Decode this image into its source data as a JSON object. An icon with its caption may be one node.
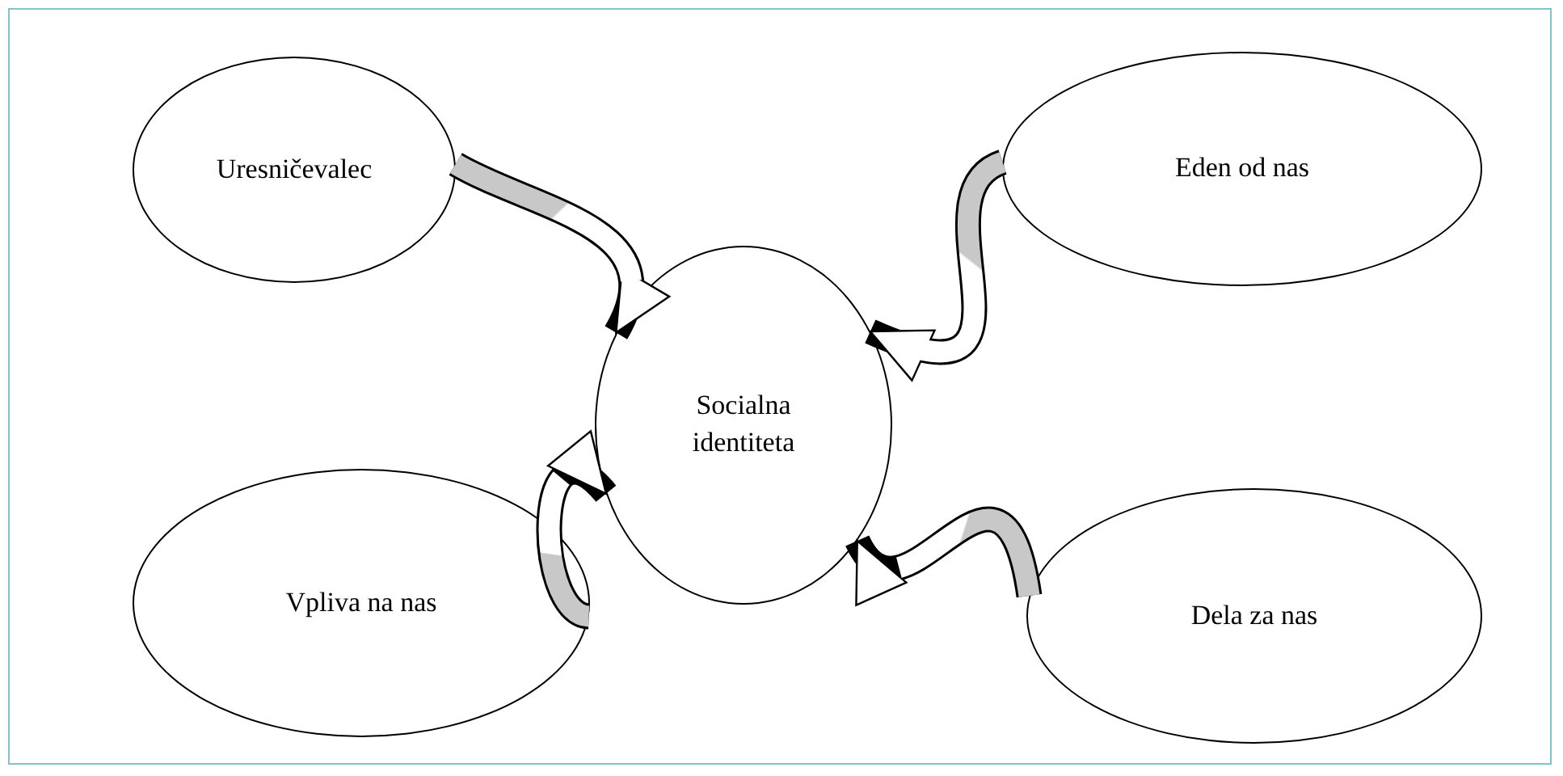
{
  "diagram": {
    "nodes": [
      {
        "text": [
          "Uresničevalec"
        ]
      },
      {
        "text": [
          "Eden od nas"
        ]
      },
      {
        "text": [
          "Socialna identiteta"
        ]
      },
      {
        "text": [
          "Vpliva na nas"
        ]
      },
      {
        "text": [
          "Dela za nas"
        ]
      }
    ],
    "edges": [
      {
        "from": 0,
        "to": 2,
        "arrow": "to"
      },
      {
        "from": 1,
        "to": 2,
        "arrow": "to"
      },
      {
        "from": 3,
        "to": 2,
        "arrow": "to"
      },
      {
        "from": 4,
        "to": 2,
        "arrow": "to"
      }
    ]
  }
}
